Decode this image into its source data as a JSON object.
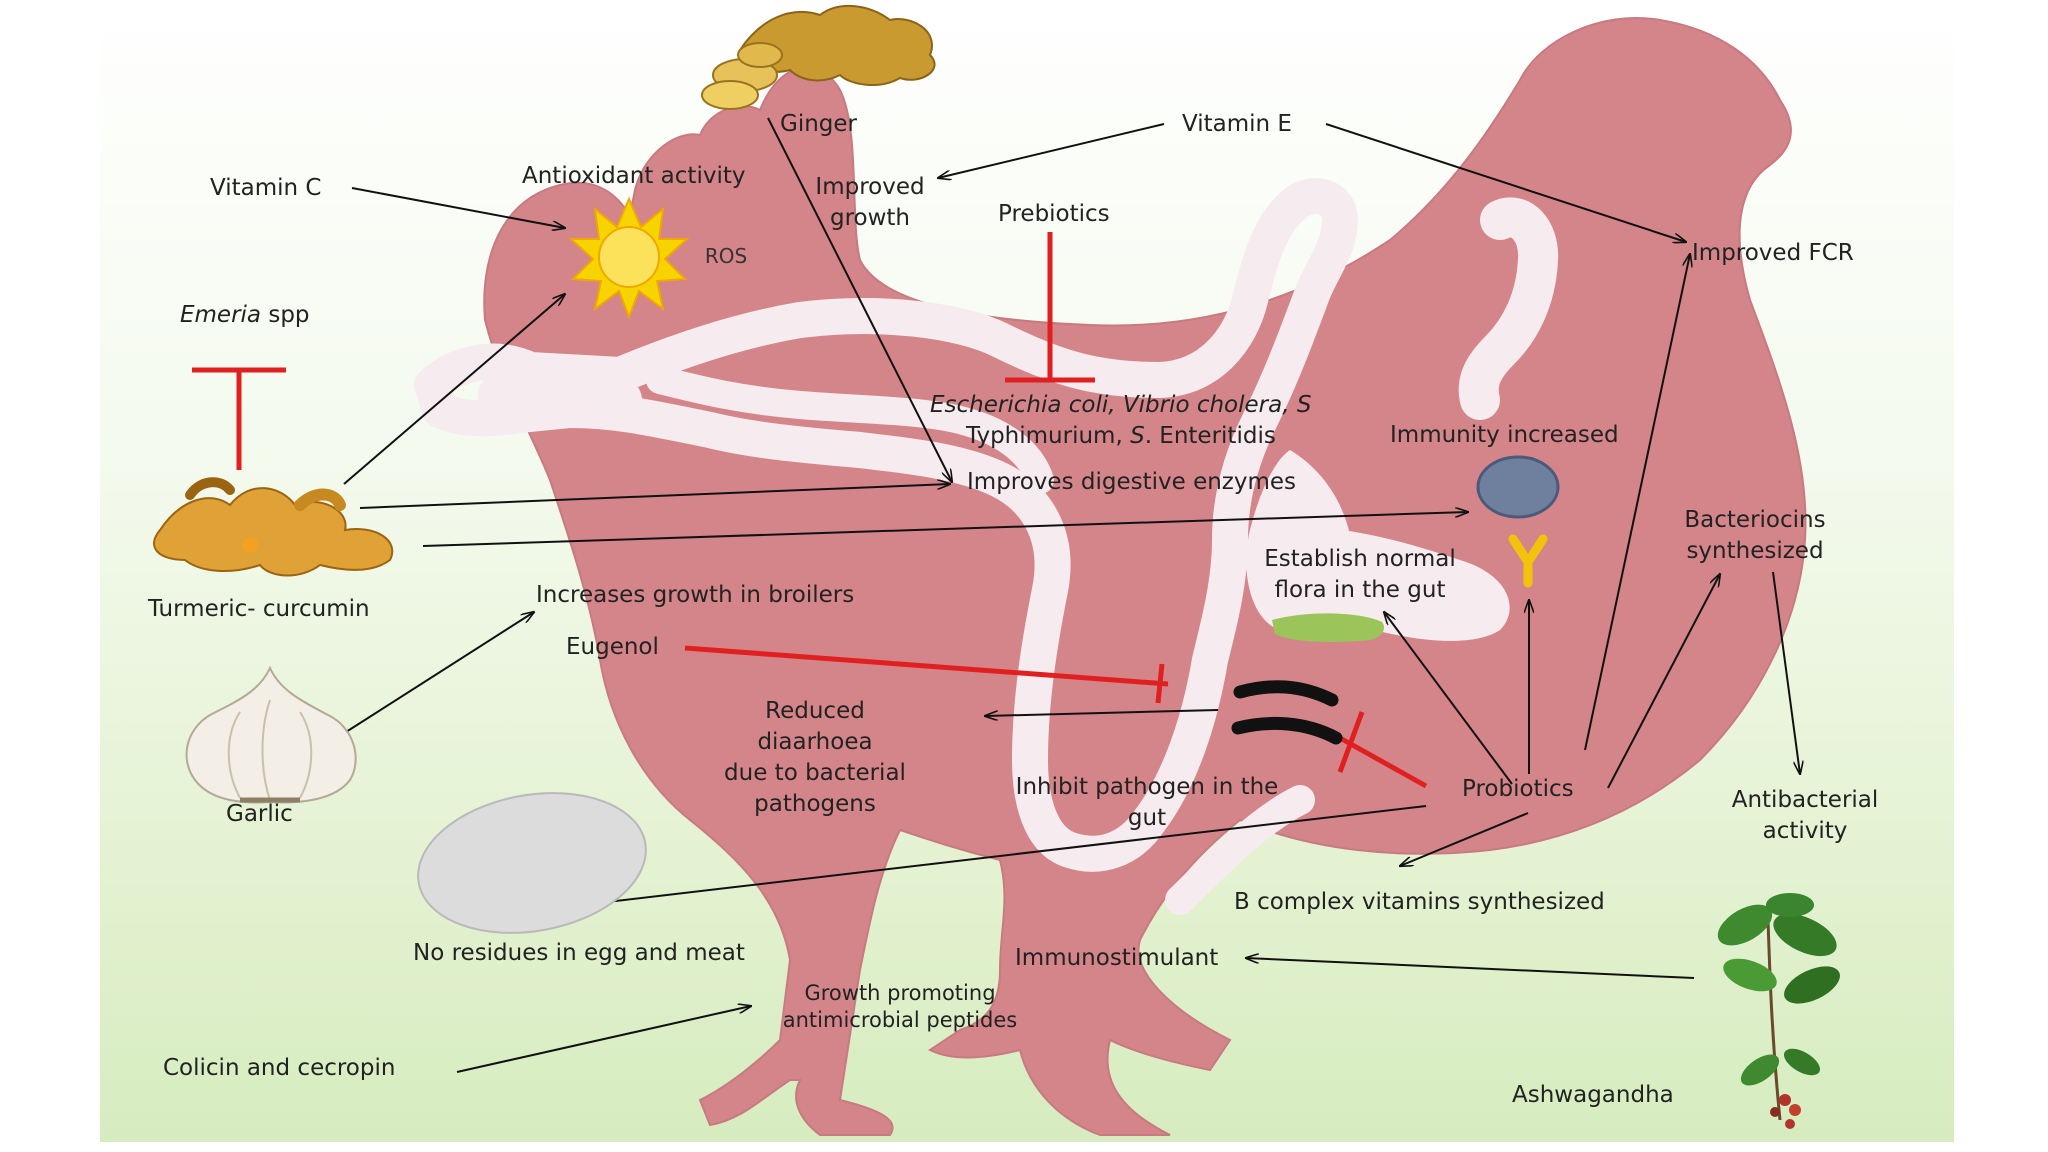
{
  "labels": {
    "ginger": "Ginger",
    "vitamin_e": "Vitamin E",
    "vitamin_c": "Vitamin C",
    "antioxidant": "Antioxidant activity",
    "improved_growth": "Improved\ngrowth",
    "prebiotics": "Prebiotics",
    "ros": "ROS",
    "emeria": "Emeria",
    "emeria_suffix": " spp",
    "pathogens_italic": "Escherichia coli, Vibrio cholera, S",
    "pathogens_line2": "Typhimurium, ",
    "pathogens_line2_italic": "S",
    "pathogens_line2_end": ". Enteritidis",
    "immunity": "Immunity increased",
    "improved_fcr": "Improved FCR",
    "digestive": "Improves digestive enzymes",
    "bacteriocins": "Bacteriocins\nsynthesized",
    "normal_flora": "Establish normal\nflora in the gut",
    "turmeric": "Turmeric- curcumin",
    "increases_growth": "Increases growth in broilers",
    "eugenol": "Eugenol",
    "diarrhoea": "Reduced diaarhoea\ndue to bacterial\npathogens",
    "inhibit": "Inhibit pathogen in the\ngut",
    "probiotics": "Probiotics",
    "antibacterial": "Antibacterial\nactivity",
    "garlic": "Garlic",
    "b_complex": "B complex vitamins synthesized",
    "no_residues": "No residues in egg and meat",
    "immunostimulant": "Immunostimulant",
    "peptides": "Growth promoting\nantimicrobial peptides",
    "colicin": "Colicin and cecropin",
    "ashwagandha": "Ashwagandha",
    "antibody_glyph": "Y"
  },
  "colors": {
    "hen_body": "#d4858a",
    "gut_tract": "#f6ecef",
    "inhibition": "#e02020",
    "arrow": "#111111",
    "sun": "#f7d400",
    "antibody": "#f4c20d",
    "immune_cell": "#6f7f9e",
    "flora_band": "#9bc45a"
  },
  "icons": [
    "ginger-root-icon",
    "turmeric-root-icon",
    "garlic-bulb-icon",
    "egg-icon",
    "ashwagandha-plant-icon",
    "ros-sun-icon",
    "immune-cell-icon",
    "antibody-icon"
  ]
}
